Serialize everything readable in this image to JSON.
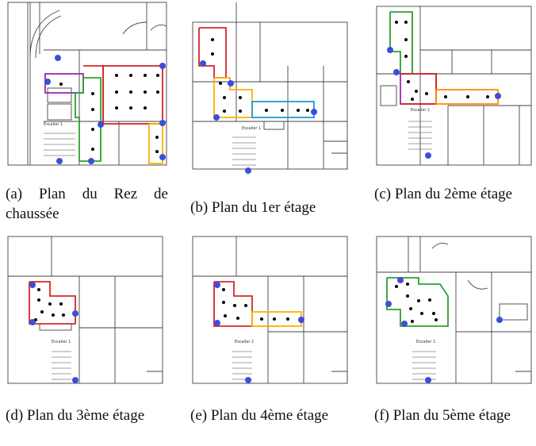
{
  "figure": {
    "panels": [
      {
        "id": "a",
        "caption": "(a) Plan du Rez de chaussée",
        "plan_label": "Escalier 1",
        "zone_colors": [
          "#d62728",
          "#9c27b0",
          "#2ca02c",
          "#ffb000"
        ]
      },
      {
        "id": "b",
        "caption": "(b) Plan du 1er étage",
        "plan_label": "Escalier 1",
        "zone_colors": [
          "#d62728",
          "#ffb000",
          "#1f9bd7"
        ]
      },
      {
        "id": "c",
        "caption": "(c) Plan du 2ème étage",
        "plan_label": "Escalier 1",
        "zone_colors": [
          "#2ca02c",
          "#d62728",
          "#9c27b0",
          "#ff8c00"
        ]
      },
      {
        "id": "d",
        "caption": "(d) Plan du 3ème étage",
        "plan_label": "Escalier 1",
        "zone_colors": [
          "#d62728"
        ]
      },
      {
        "id": "e",
        "caption": "(e) Plan du 4ème étage",
        "plan_label": "Escalier 1",
        "zone_colors": [
          "#d62728",
          "#ffb000"
        ]
      },
      {
        "id": "f",
        "caption": "(f) Plan du 5ème étage",
        "plan_label": "Escalier 1",
        "zone_colors": [
          "#2ca02c"
        ]
      }
    ]
  },
  "colors": {
    "measure_point": "#000000",
    "access_point": "#3b4fd8",
    "wall": "#333333"
  }
}
